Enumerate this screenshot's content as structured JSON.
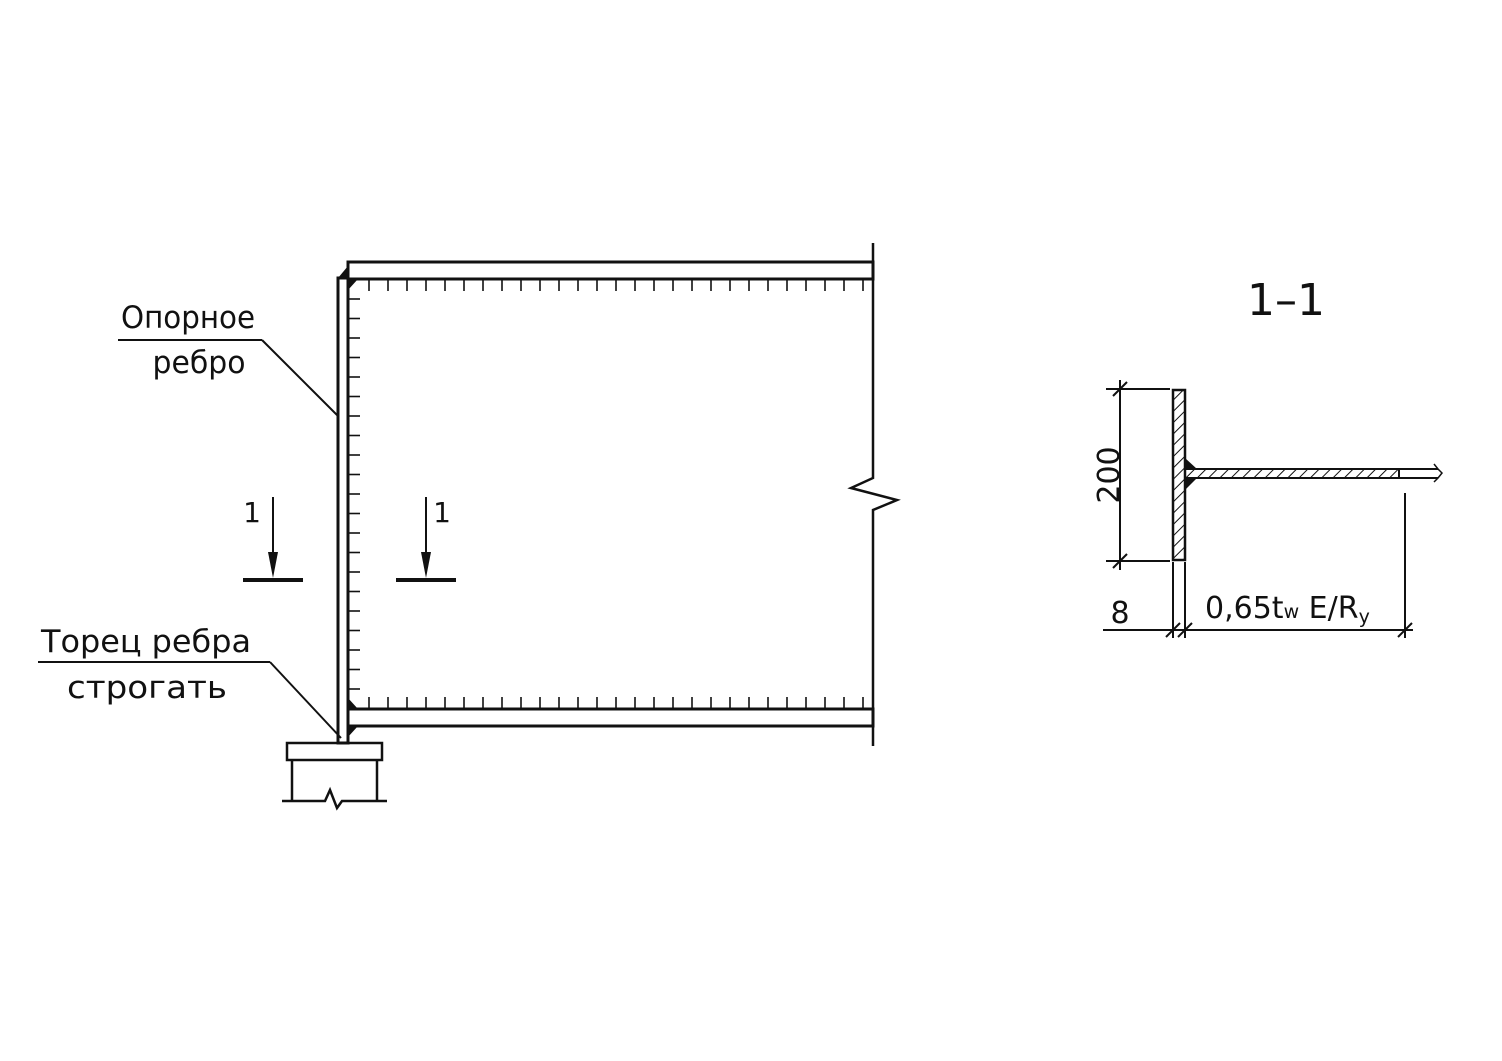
{
  "labels": {
    "support_rib_line1": "Опорное",
    "support_rib_line2": "ребро",
    "plane_end_line1": "Торец ребра",
    "plane_end_line2": "строгать",
    "section_mark_left": "1",
    "section_mark_right": "1",
    "section_title": "1–1",
    "dim_height": "200",
    "dim_thickness": "8",
    "dim_width_main": "0,65t",
    "dim_width_sub_w": "w",
    "dim_width_mid": " E/R",
    "dim_width_sub_y": "y"
  }
}
